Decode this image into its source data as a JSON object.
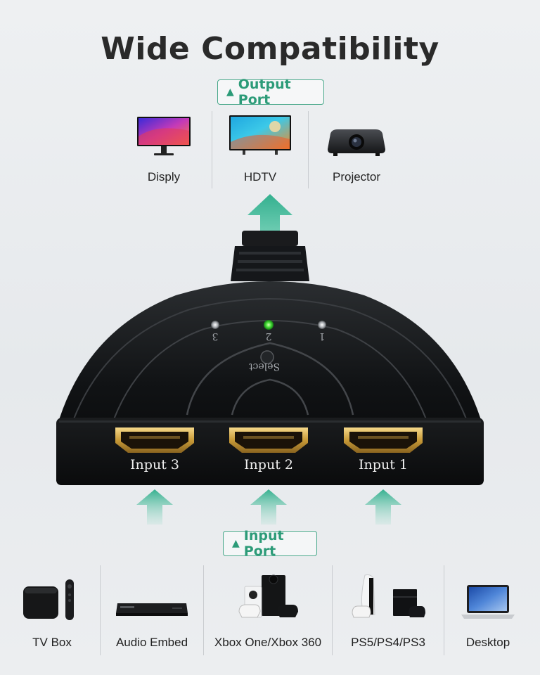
{
  "title": "Wide Compatibility",
  "output_port": {
    "label": "Output Port",
    "icon": "triangle-up-icon",
    "devices": [
      "Disply",
      "HDTV",
      "Projector"
    ]
  },
  "input_port": {
    "label": "Input Port",
    "icon": "triangle-up-icon",
    "devices": [
      "TV Box",
      "Audio Embed",
      "Xbox One/Xbox 360",
      "PS5/PS4/PS3",
      "Desktop"
    ]
  },
  "switch": {
    "inputs": [
      "Input 3",
      "Input 2",
      "Input 1"
    ],
    "leds": [
      "3",
      "2",
      "1"
    ],
    "active_led": "2",
    "button_label": "Select"
  },
  "colors": {
    "accent": "#2c9b78",
    "arrow": "#35b292",
    "led_active": "#49e03a",
    "body": "#0f1112"
  }
}
